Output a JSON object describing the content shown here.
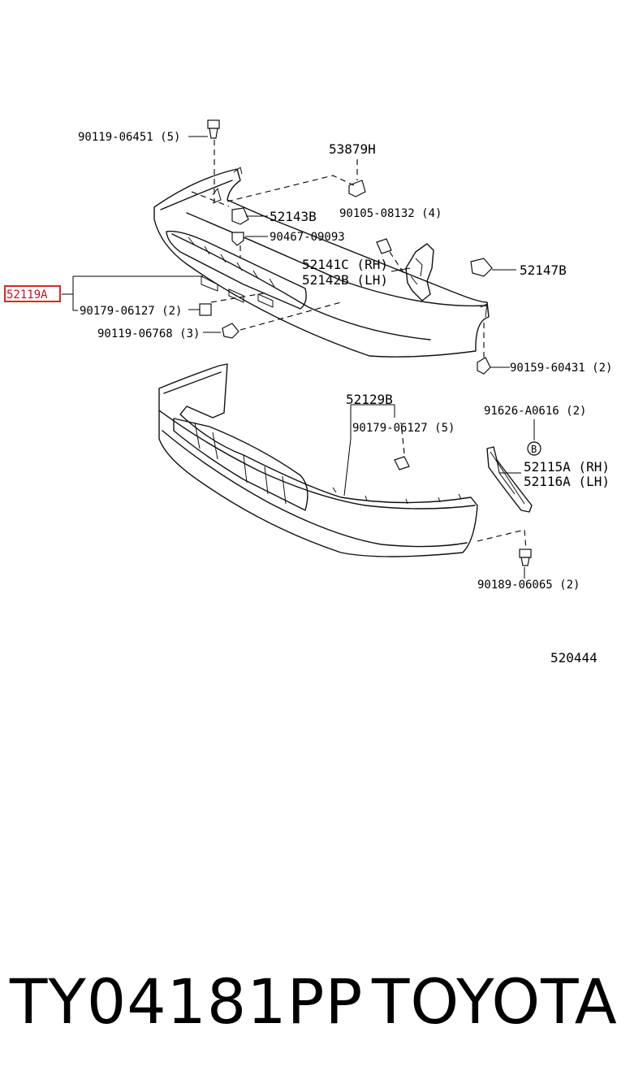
{
  "callouts": {
    "p1": "90119-06451 (5)",
    "p2": "53879H",
    "p3": "52143B",
    "p4": "90105-08132 (4)",
    "p5": "90467-09093",
    "p6": "52141C (RH)",
    "p7": "52142B (LH)",
    "p8": "52147B",
    "p9": "52119A",
    "p10": "90179-06127 (2)",
    "p11": "90119-06768 (3)",
    "p12": "90159-60431 (2)",
    "p13": "52129B",
    "p14": "90179-06127 (5)",
    "p15": "91626-A0616 (2)",
    "p16": "B",
    "p17": "52115A (RH)",
    "p18": "52116A (LH)",
    "p19": "90189-06065 (2)",
    "p20": "520444"
  },
  "highlight": {
    "part": "52119A",
    "color": "#d62828"
  },
  "footer": {
    "code": "TY04181PP",
    "brand": "TOYOTA"
  }
}
